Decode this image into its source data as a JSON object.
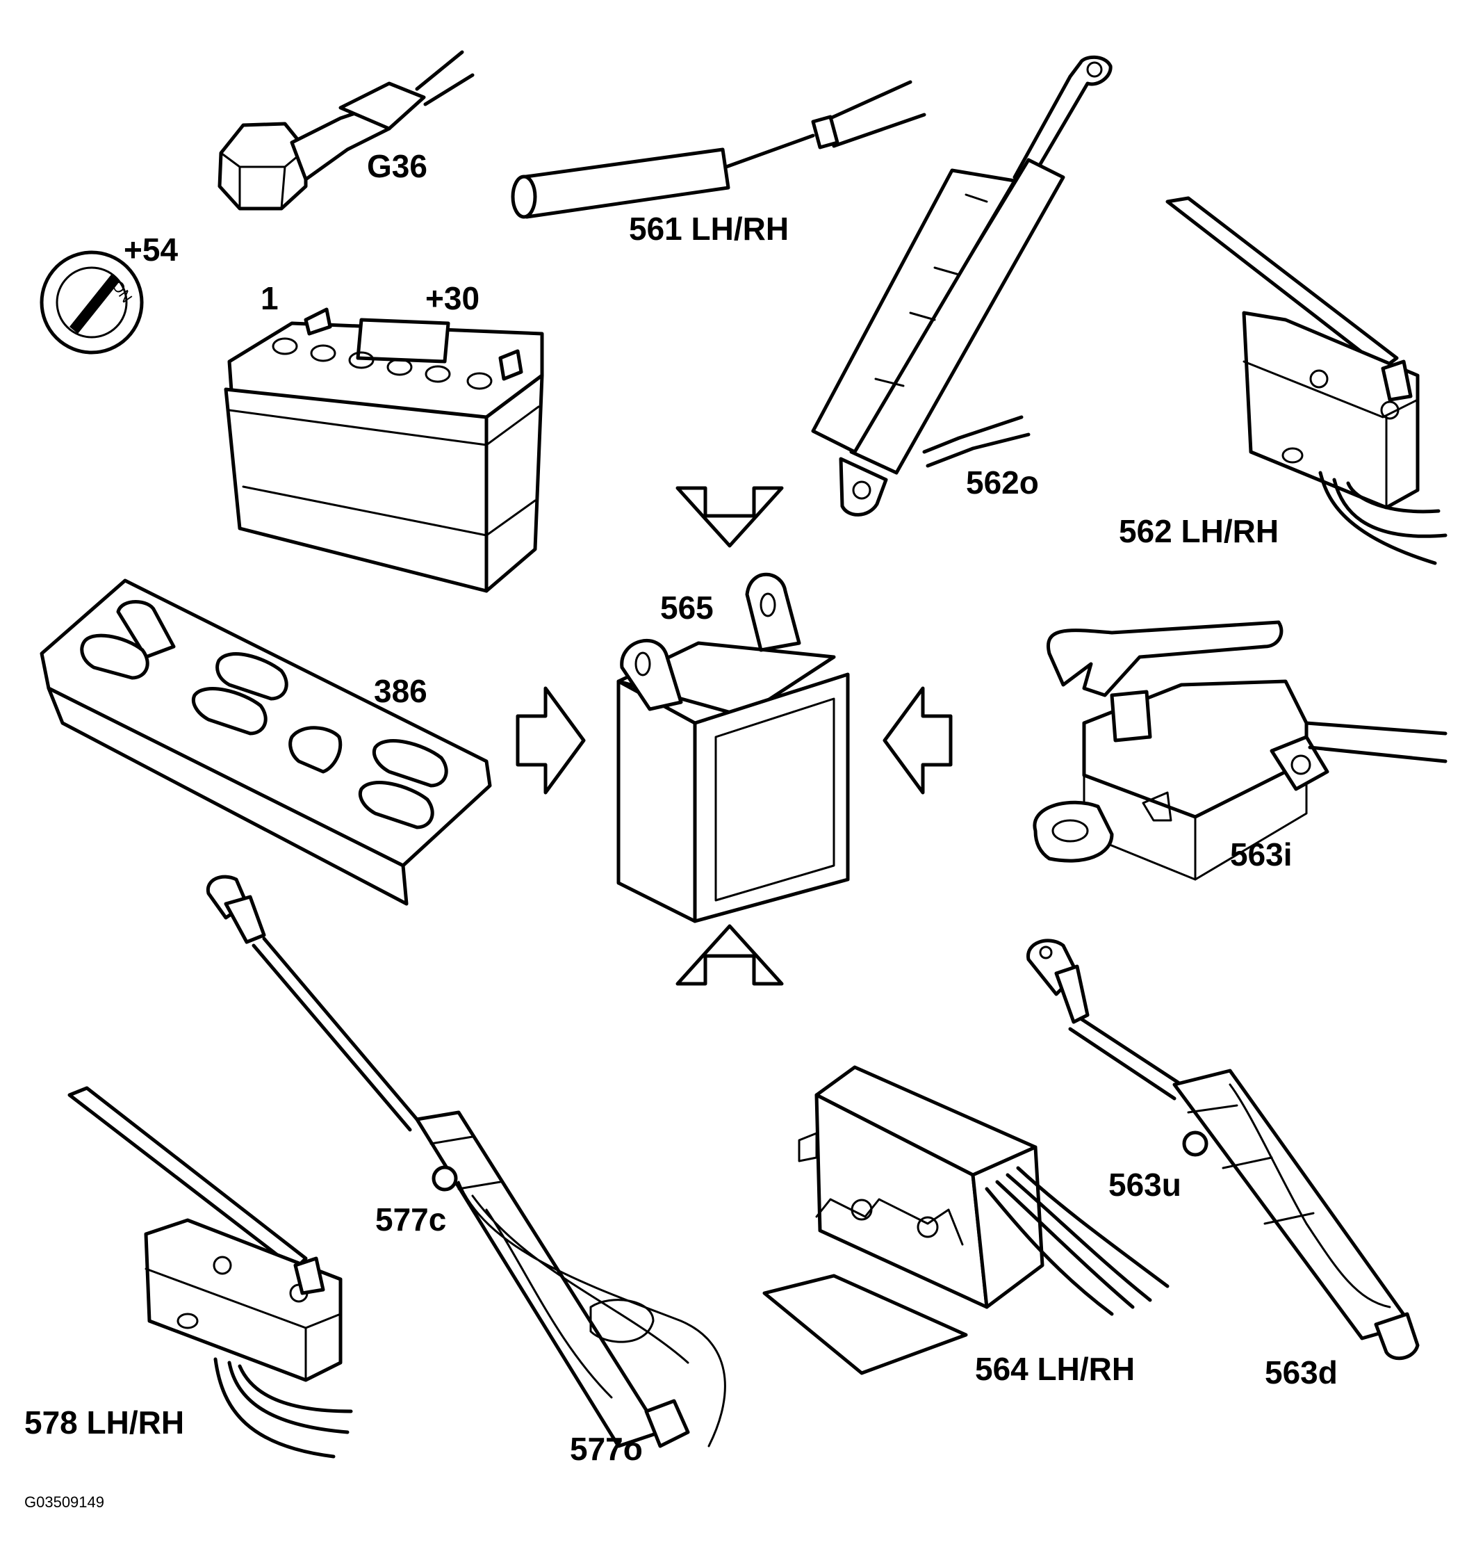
{
  "labels": {
    "g36": "G36",
    "l561": "561 LH/RH",
    "p54": "+54",
    "key_on": "ON",
    "t1": "1",
    "p30": "+30",
    "l562o": "562o",
    "l562": "562 LH/RH",
    "l565": "565",
    "l386": "386",
    "l563i": "563i",
    "l563u": "563u",
    "l577c": "577c",
    "l578": "578 LH/RH",
    "l564": "564 LH/RH",
    "l563d": "563d",
    "l577o": "577o",
    "figure_id": "G03509149"
  }
}
